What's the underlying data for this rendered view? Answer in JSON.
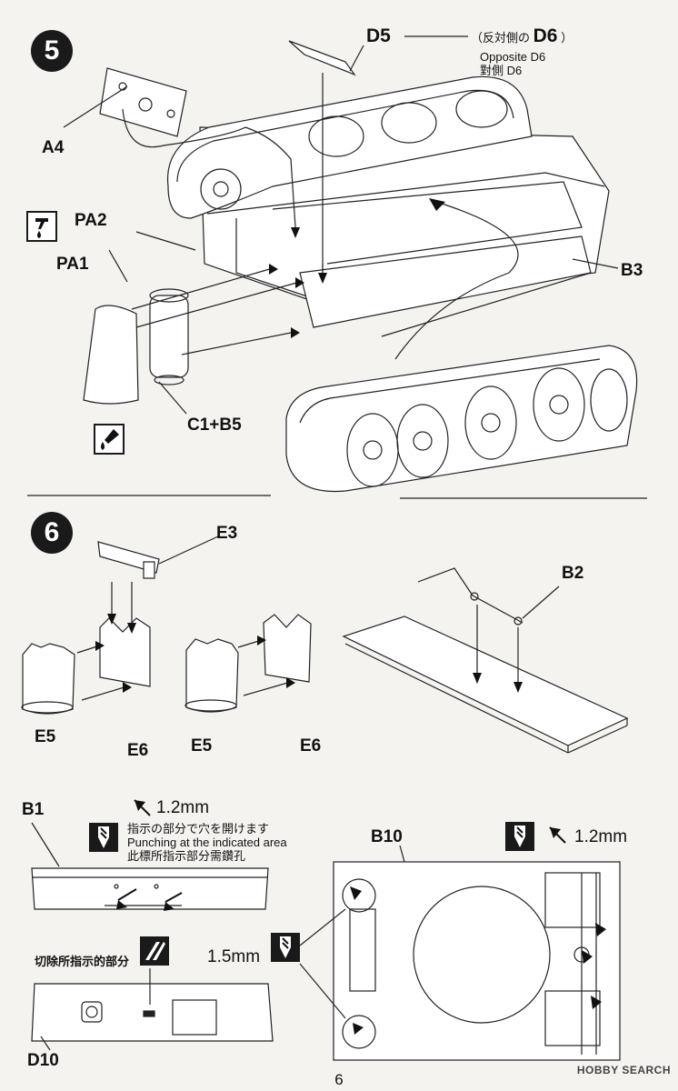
{
  "steps": {
    "step5": "5",
    "step6": "6"
  },
  "step5_labels": {
    "d5": "D5",
    "opposite_paren_open": "（反対側の",
    "opposite_d6": "D6",
    "opposite_paren_close": "）",
    "opposite_en": "Opposite D6",
    "opposite_zh": "對側 D6",
    "a4": "A4",
    "pa2": "PA2",
    "pa1": "PA1",
    "b3": "B3",
    "c1b5": "C1+B5"
  },
  "step6_labels": {
    "e3": "E3",
    "b2": "B2",
    "e5_left": "E5",
    "e6_left": "E6",
    "e5_right": "E5",
    "e6_right": "E6"
  },
  "detail_labels": {
    "b1": "B1",
    "b10": "B10",
    "d10": "D10",
    "drill_b1": "1.2mm",
    "punch_ja": "指示の部分で穴を開けます",
    "punch_en": "Punching at the indicated area",
    "punch_zh": "此標所指示部分需鑽孔",
    "drill_b10": "1.2mm",
    "drill_15": "1.5mm",
    "cut_zh": "切除所指示的部分"
  },
  "footer": {
    "page_number": "6",
    "watermark": "HOBBY SEARCH"
  },
  "icons": [
    "glue-icon",
    "glue-brush-icon",
    "drill-icon",
    "cut-icon",
    "arrow-icon"
  ]
}
